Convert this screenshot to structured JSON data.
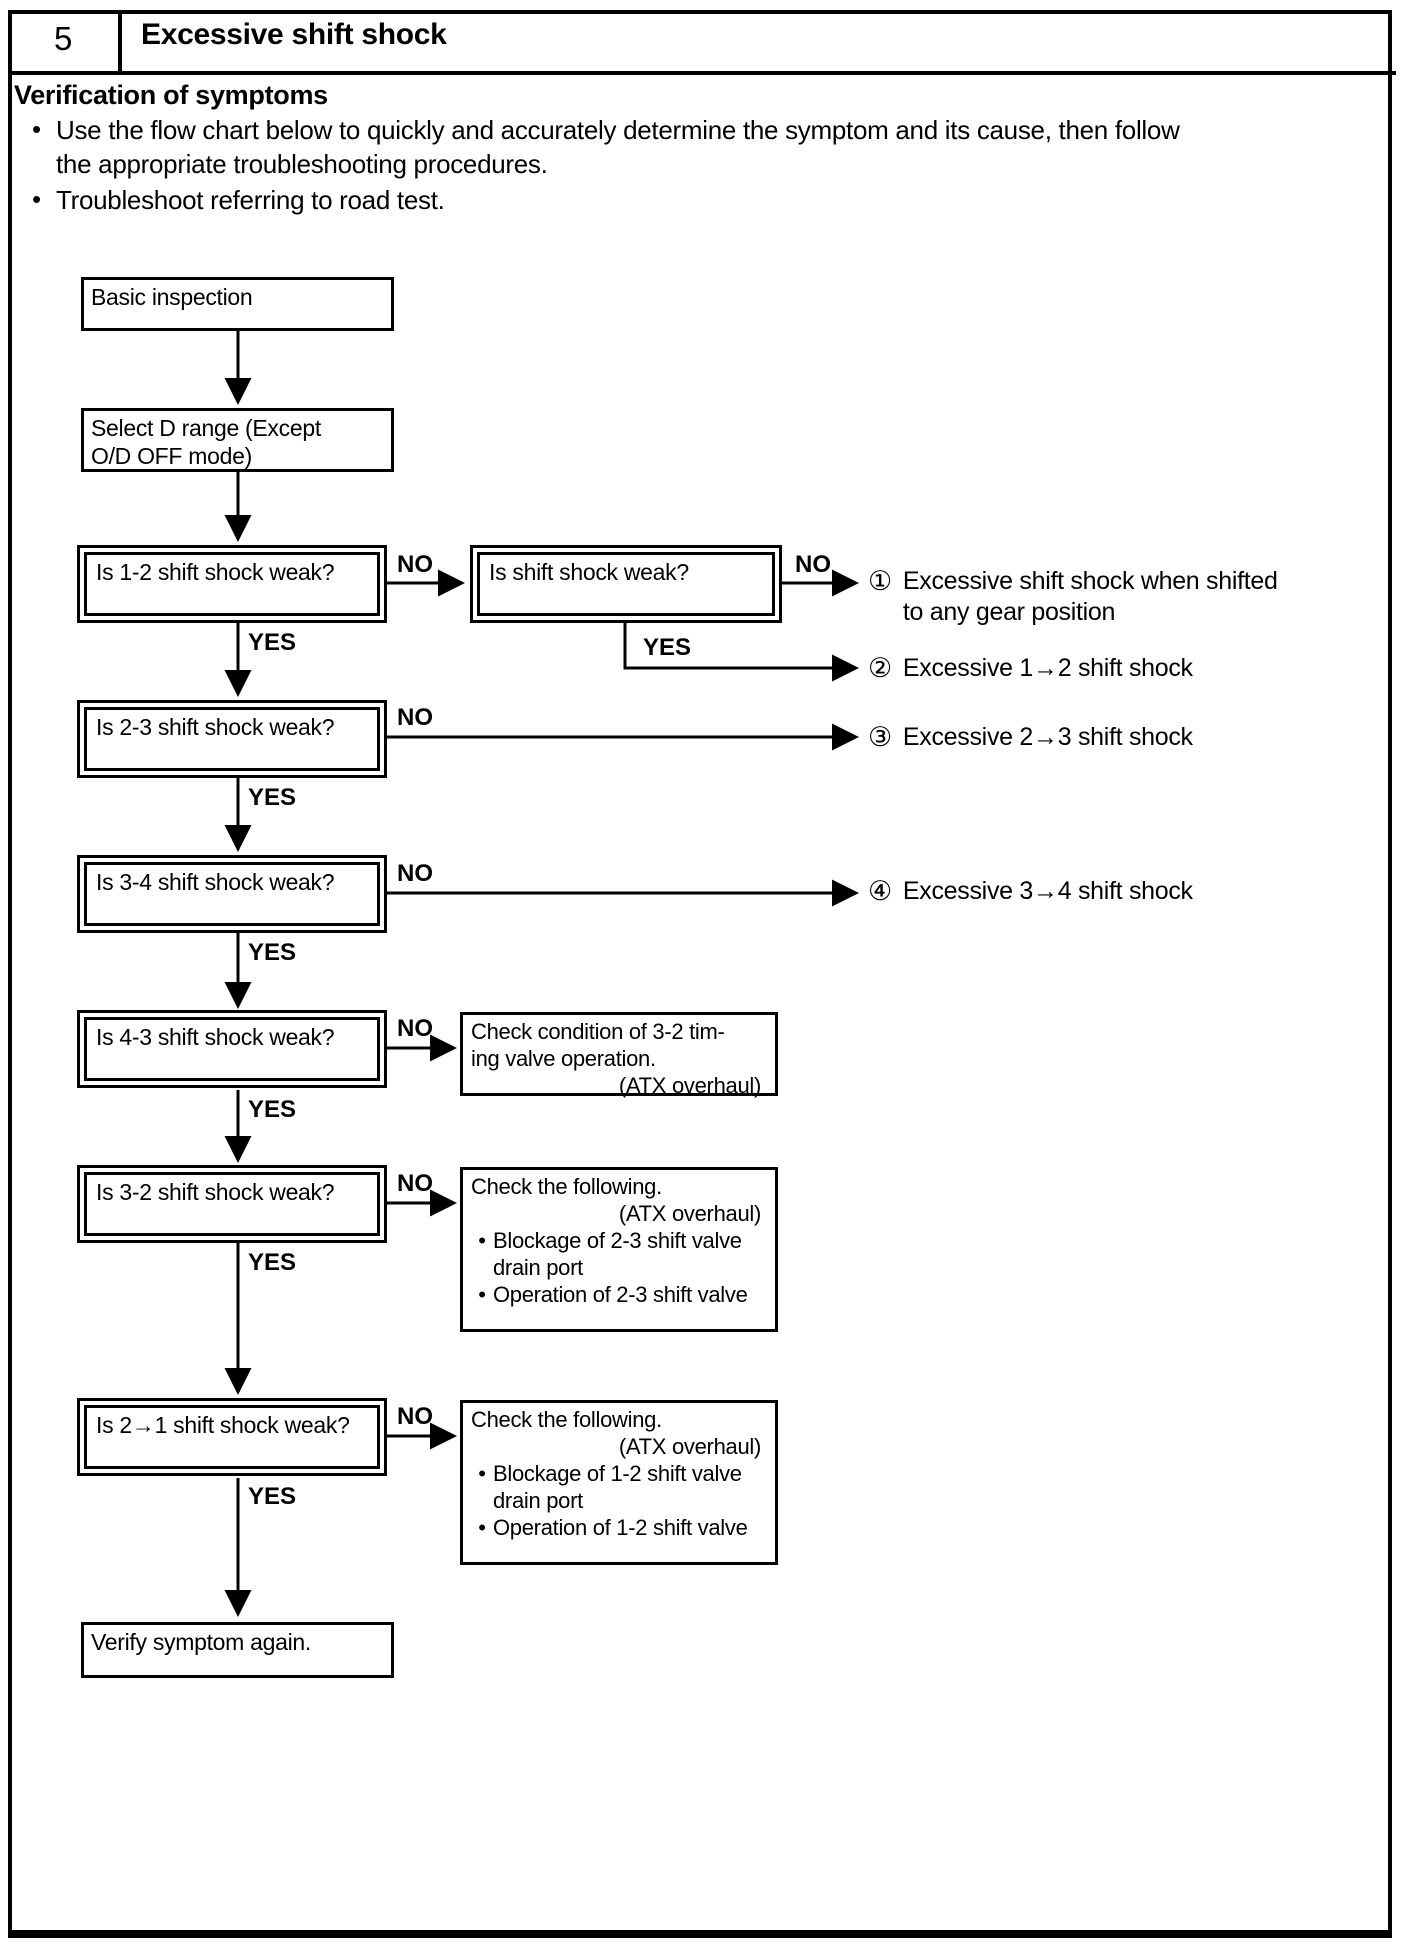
{
  "header": {
    "section_number": "5",
    "title": "Excessive shift shock"
  },
  "intro": {
    "heading": "Verification of symptoms",
    "bullets": [
      "Use the flow chart below to quickly and accurately determine the symptom and its cause, then follow\nthe appropriate troubleshooting procedures.",
      "Troubleshoot referring to road test."
    ]
  },
  "flowchart": {
    "labels": {
      "yes": "YES",
      "no": "NO"
    },
    "steps": {
      "basic": "Basic inspection",
      "select": "Select D range (Except\nO/D OFF mode)",
      "verify": "Verify symptom again."
    },
    "decisions": {
      "d1": "Is 1-2 shift shock weak?",
      "d1b": "Is shift shock weak?",
      "d2": "Is 2-3 shift shock weak?",
      "d3": "Is 3-4 shift shock weak?",
      "d4": "Is 4-3 shift shock weak?",
      "d5": "Is 3-2 shift shock weak?",
      "d6": "Is 2→1 shift shock weak?"
    },
    "outcomes": {
      "o1": {
        "num": "①",
        "text": "Excessive shift shock when shifted\nto any gear position"
      },
      "o2": {
        "num": "②",
        "text": "Excessive 1→2 shift shock"
      },
      "o3": {
        "num": "③",
        "text": "Excessive 2→3 shift shock"
      },
      "o4": {
        "num": "④",
        "text": "Excessive 3→4 shift shock"
      }
    },
    "checks": {
      "c1": {
        "title": "Check condition of 3-2 tim-\ning valve operation.",
        "atx": "(ATX overhaul)"
      },
      "c2": {
        "title": "Check the following.",
        "atx": "(ATX overhaul)",
        "bullets": [
          "Blockage of 2-3 shift valve drain port",
          "Operation of 2-3 shift valve"
        ]
      },
      "c3": {
        "title": "Check the following.",
        "atx": "(ATX overhaul)",
        "bullets": [
          "Blockage of 1-2 shift valve drain port",
          "Operation of 1-2 shift valve"
        ]
      }
    }
  }
}
